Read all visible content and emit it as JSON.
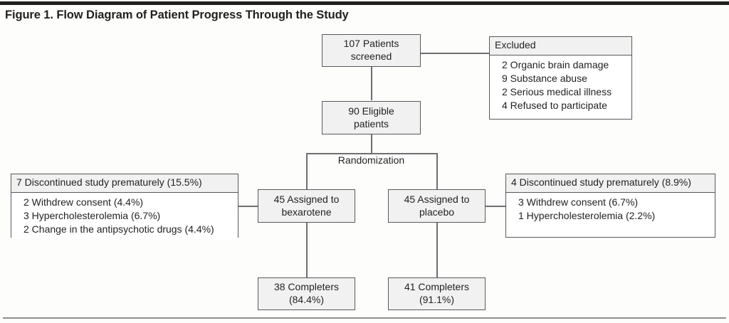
{
  "figure": {
    "title": "Figure 1. Flow Diagram of Patient Progress Through the Study",
    "type": "flow-diagram",
    "colors": {
      "background": "#fdfefb",
      "box_fill": "#f1f1f1",
      "panel_body_fill": "#ffffff",
      "border": "#58595b",
      "connector": "#6d6e70",
      "rule_top": "#231f20",
      "rule_bottom": "#8d8f8e",
      "text": "#231f20"
    }
  },
  "nodes": {
    "screened": {
      "name": "107 Patients screened",
      "line1": "107 Patients",
      "line2": "screened"
    },
    "excluded": {
      "header": "Excluded",
      "items": [
        "2 Organic brain damage",
        "9 Substance abuse",
        "2 Serious medical illness",
        "4 Refused to participate"
      ]
    },
    "eligible": {
      "name": "90 Eligible patients",
      "line1": "90 Eligible",
      "line2": "patients"
    },
    "randomization": {
      "label": "Randomization"
    },
    "assigned_bexarotene": {
      "line1": "45 Assigned to",
      "line2": "bexarotene"
    },
    "assigned_placebo": {
      "line1": "45 Assigned to",
      "line2": "placebo"
    },
    "discontinued_left": {
      "header": "7 Discontinued study prematurely (15.5%)",
      "items": [
        "2 Withdrew consent (4.4%)",
        "3 Hypercholesterolemia (6.7%)",
        "2 Change in the antipsychotic drugs (4.4%)"
      ]
    },
    "discontinued_right": {
      "header": "4 Discontinued study prematurely (8.9%)",
      "items": [
        "3 Withdrew consent (6.7%)",
        "1 Hypercholesterolemia (2.2%)"
      ]
    },
    "completers_bexarotene": {
      "line1": "38 Completers",
      "line2": "(84.4%)"
    },
    "completers_placebo": {
      "line1": "41 Completers",
      "line2": "(91.1%)"
    }
  }
}
